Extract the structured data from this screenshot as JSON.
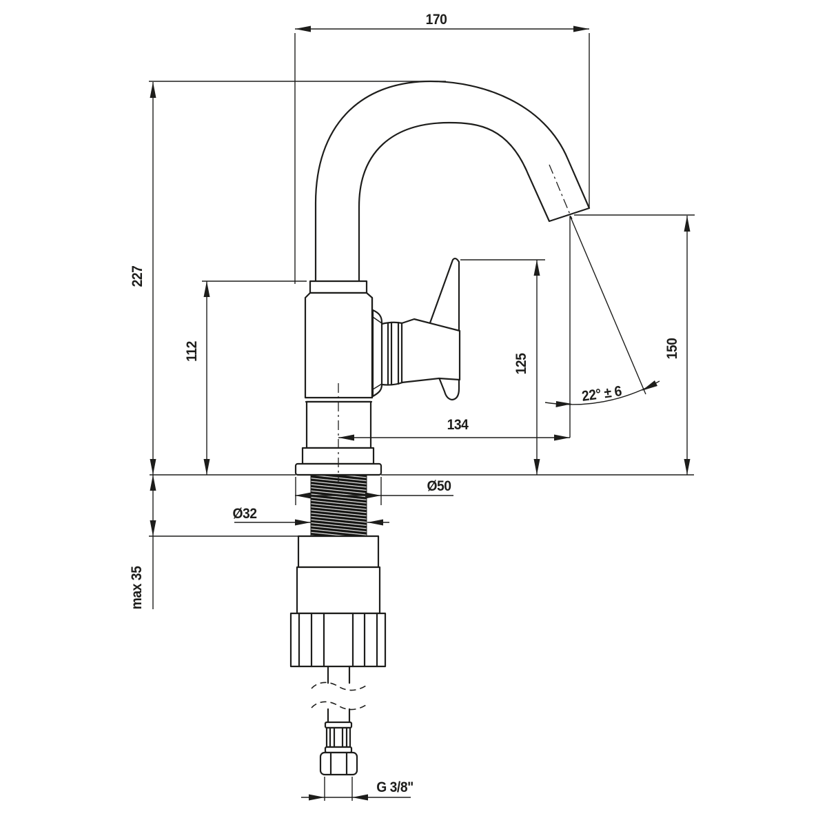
{
  "drawing": {
    "type": "technical-dimension-drawing",
    "subject": "single-lever basin mixer faucet, side elevation with mounting shank and supply hose",
    "colors": {
      "line": "#1d1d1b",
      "background": "#ffffff"
    },
    "dims": {
      "spout_reach": "170",
      "overall_height": "227",
      "body_top_height": "112",
      "handle_top_height": "125",
      "outlet_height": "150",
      "outlet_horizontal": "134",
      "outlet_angle": "22° ± 6",
      "flange_diameter": "Ø50",
      "shank_diameter": "Ø32",
      "deck_max_thickness": "max 35",
      "hose_connection": "G 3/8\""
    }
  }
}
